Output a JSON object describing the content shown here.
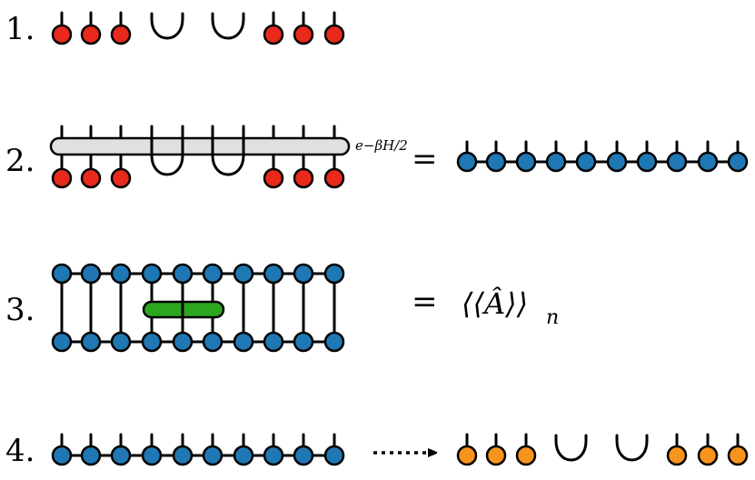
{
  "steps": [
    {
      "label": "1."
    },
    {
      "label": "2.",
      "operator": "e−βH/2",
      "equals": "="
    },
    {
      "label": "3.",
      "equals": "=",
      "expectation": "⟨⟨Â⟩⟩",
      "subscript": "n"
    },
    {
      "label": "4."
    }
  ],
  "colors": {
    "red": "#e8291c",
    "blue": "#1f78b4",
    "orange": "#f7941d",
    "green": "#2ca61f",
    "gray": "#e0e0e0"
  }
}
